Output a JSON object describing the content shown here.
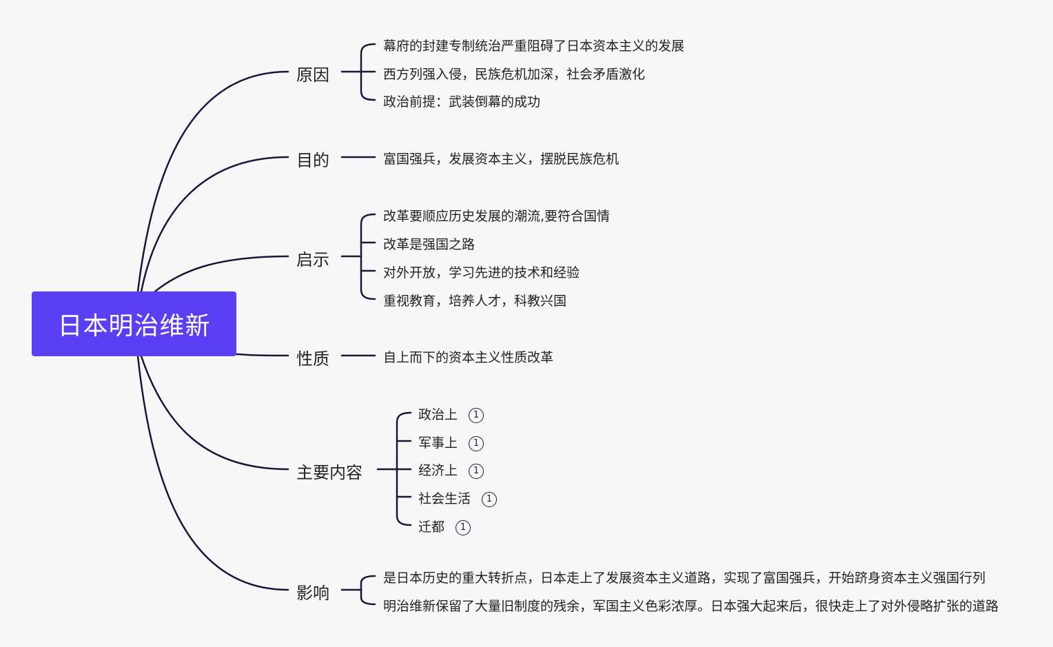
{
  "root": {
    "label": "日本明治维新"
  },
  "branches": [
    {
      "label": "原因",
      "children": [
        "幕府的封建专制统治严重阻碍了日本资本主义的发展",
        "西方列强入侵，民族危机加深，社会矛盾激化",
        "政治前提：武装倒幕的成功"
      ]
    },
    {
      "label": "目的",
      "children": [
        "富国强兵，发展资本主义，摆脱民族危机"
      ]
    },
    {
      "label": "启示",
      "children": [
        "改革要顺应历史发展的潮流,要符合国情",
        "改革是强国之路",
        "对外开放，学习先进的技术和经验",
        "重视教育，培养人才，科教兴国"
      ]
    },
    {
      "label": "性质",
      "children": [
        "自上而下的资本主义性质改革"
      ]
    },
    {
      "label": "主要内容",
      "children": [
        {
          "label": "政治上",
          "badge": "1"
        },
        {
          "label": "军事上",
          "badge": "1"
        },
        {
          "label": "经济上",
          "badge": "1"
        },
        {
          "label": "社会生活",
          "badge": "1"
        },
        {
          "label": "迁都",
          "badge": "1"
        }
      ]
    },
    {
      "label": "影响",
      "children": [
        "是日本历史的重大转折点，日本走上了发展资本主义道路，实现了富国强兵，开始跻身资本主义强国行列",
        "明治维新保留了大量旧制度的残余，军国主义色彩浓厚。日本强大起来后，很快走上了对外侵略扩张的道路"
      ]
    }
  ],
  "colors": {
    "line": "#1a1438",
    "root_bg": "#5b3ff5",
    "background": "#f7f7f7"
  }
}
